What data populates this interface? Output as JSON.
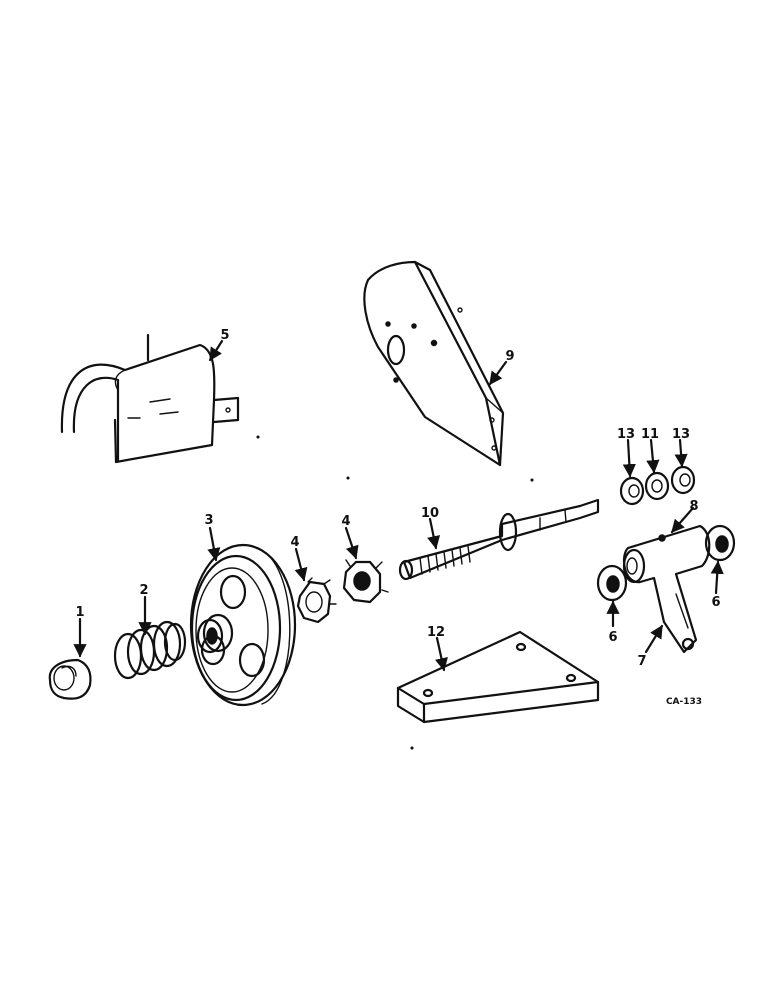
{
  "callouts": [
    "1",
    "2",
    "3",
    "4",
    "4",
    "5",
    "6",
    "6",
    "7",
    "8",
    "9",
    "10",
    "11",
    "12",
    "13",
    "13"
  ],
  "drawing_code": "CA-133"
}
